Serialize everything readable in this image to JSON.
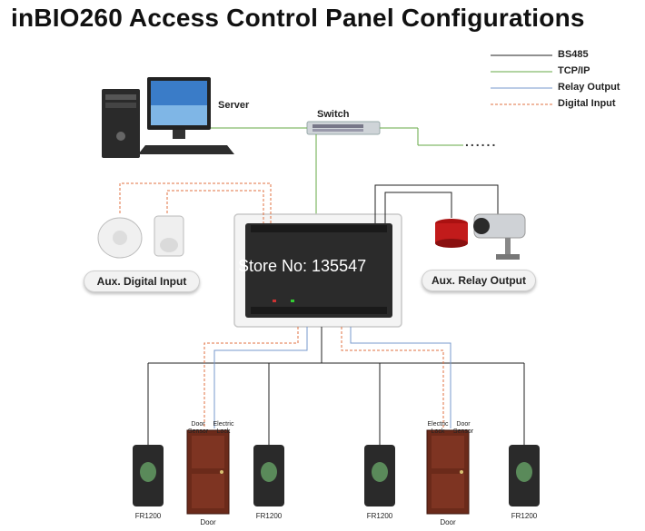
{
  "title": "inBIO260 Access Control Panel Configurations",
  "legend": [
    {
      "label": "BS485",
      "color": "#222222",
      "style": "solid"
    },
    {
      "label": "TCP/IP",
      "color": "#66aa44",
      "style": "solid"
    },
    {
      "label": "Relay Output",
      "color": "#7799cc",
      "style": "solid"
    },
    {
      "label": "Digital Input",
      "color": "#e07040",
      "style": "dashed"
    }
  ],
  "labels": {
    "server": "Server",
    "switch": "Switch",
    "ellipsis": "......",
    "aux_digital_input": "Aux. Digital Input",
    "aux_relay_output": "Aux. Relay Output",
    "watermark": "Store No: 135547",
    "door_sensor": "Door Sensor",
    "electric_lock": "Electric Lock",
    "reader": "FR1200",
    "door": "Door"
  }
}
